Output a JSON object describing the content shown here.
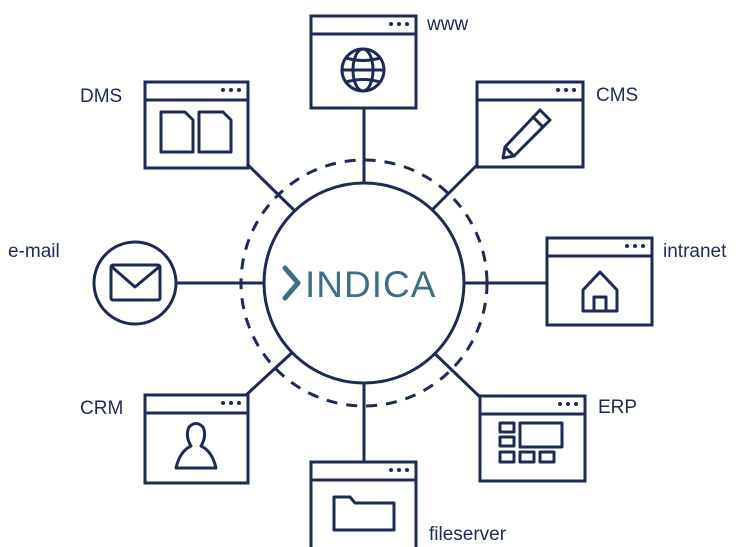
{
  "center": {
    "name": "INDICA",
    "chevron": "›",
    "accent_color": "#3d6f82",
    "line_color": "#1d2a55"
  },
  "nodes": [
    {
      "id": "www",
      "label": "www",
      "icon": "globe-icon"
    },
    {
      "id": "cms",
      "label": "CMS",
      "icon": "pencil-icon"
    },
    {
      "id": "intranet",
      "label": "intranet",
      "icon": "house-icon"
    },
    {
      "id": "erp",
      "label": "ERP",
      "icon": "dashboard-icon"
    },
    {
      "id": "fileserver",
      "label": "fileserver",
      "icon": "folder-icon"
    },
    {
      "id": "crm",
      "label": "CRM",
      "icon": "person-icon"
    },
    {
      "id": "email",
      "label": "e-mail",
      "icon": "envelope-icon"
    },
    {
      "id": "dms",
      "label": "DMS",
      "icon": "documents-icon"
    }
  ]
}
